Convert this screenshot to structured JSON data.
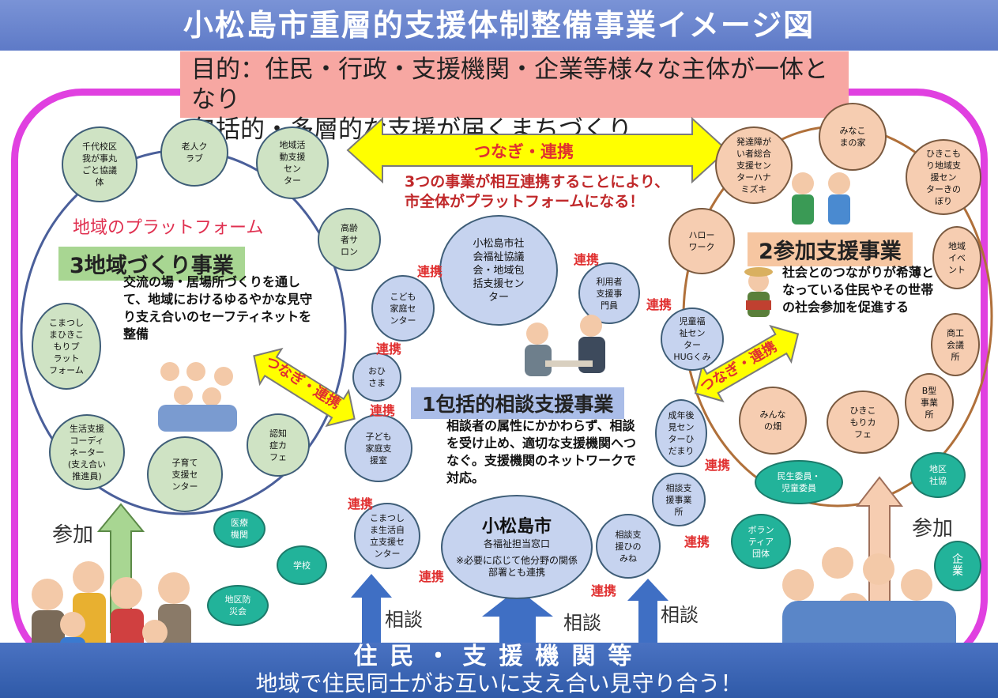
{
  "title": "小松島市重層的支援体制整備事業イメージ図",
  "purpose": {
    "line1": "目的：住民・行政・支援機関・企業等様々な主体が一体となり",
    "line2": "包括的・多層的な支援が届くまちづくり"
  },
  "top_arrow": "つなぎ・連携",
  "center_note": "3つの事業が相互連携することにより、市全体がプラットフォームになる！",
  "platform_label": "地域のプラットフォーム",
  "project3": {
    "label": "3地域づくり事業",
    "desc": "交流の場・居場所づくりを通して、地域におけるゆるやかな見守り支え合いのセーフティネットを整備"
  },
  "project2": {
    "label": "2参加支援事業",
    "desc": "社会とのつながりが希薄となっている住民やその世帯の社会参加を促進する"
  },
  "project1": {
    "label": "1包括的相談支援事業",
    "desc": "相談者の属性にかかわらず、相談を受け止め、適切な支援機関へつなぐ。支援機関のネットワークで対応。"
  },
  "left_arrow": "つなぎ・連携",
  "right_arrow": "つなぎ・連携",
  "green_circles": [
    "千代校区\n我が事丸\nごと協議\n体",
    "老人ク\nラブ",
    "地域活\n動支援\nセン\nター",
    "高齢\n者サ\nロン",
    "こまつし\nまひきこ\nもりプ\nラット\nフォーム",
    "生活支援\nコーディ\nネーター\n(支え合い\n推進員)",
    "子育て\n支援セ\nンター",
    "認知\n症カ\nフェ"
  ],
  "blue_circles": [
    "小松島市社\n会福祉協議\n会・地域包\n括支援セン\nター",
    "こども\n家庭セ\nンター",
    "利用者\n支援事\n門員",
    "児童福\n祉セン\nター\nHUGくみ",
    "おひ\nさま",
    "子ども\n家庭支\n援室",
    "成年後\n見セン\nターひ\nだまり",
    "相談支\n援事業\n所",
    "こまつし\nま生活自\n立支援セ\nンター",
    "相談支\n援ひの\nみね"
  ],
  "city": {
    "name": "小松島市",
    "sub": "各福祉担当窓口",
    "note": "※必要に応じて他分野の関係部署とも連携"
  },
  "peach_circles": [
    "発達障が\nい者総合\n支援セン\nターハナ\nミズキ",
    "みなこ\nまの家",
    "ひきこも\nり地域支\n援セン\nターきの\nぼり",
    "ハロー\nワーク",
    "地域\nイベ\nント",
    "商工\n会議\n所",
    "B型\n事業\n所",
    "みんな\nの畑",
    "ひきこ\nもりカ\nフェ"
  ],
  "teal_circles": [
    "医療\n機関",
    "学校",
    "地区防\n災会",
    "民生委員・\n児童委員",
    "地区\n社協",
    "ボラン\nティア\n団体",
    "企\n業"
  ],
  "renkei_label": "連携",
  "sanka": "参加",
  "soudan": "相談",
  "bottom": {
    "line1": "住民・支援機関等",
    "line2": "地域で住民同士がお互いに支え合い見守り合う！"
  },
  "colors": {
    "title_bg": "#6b86cf",
    "frame": "#e040e0",
    "purpose_bg": "#f7a7a2",
    "arrow_yellow": "#ffff00",
    "bottom_bg": "#3a63b4"
  }
}
